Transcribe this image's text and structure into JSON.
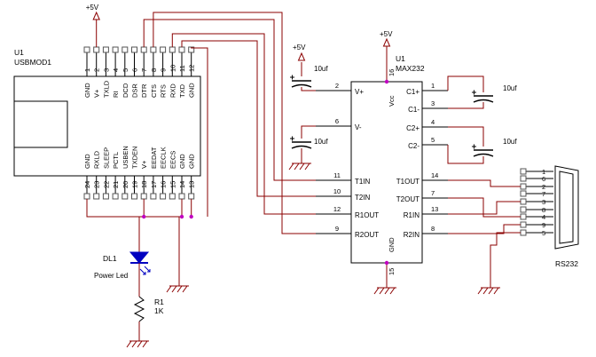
{
  "colors": {
    "wire": "#8b0000",
    "part": "#000000",
    "pin_box": "#555555",
    "junction": "#c000c0",
    "led_fill": "#0000c0",
    "background": "#ffffff"
  },
  "icons": [
    "ground-symbol",
    "power-arrow",
    "led-symbol",
    "resistor-zigzag",
    "polarized-capacitor",
    "db9-connector"
  ],
  "power": {
    "label": "+5V"
  },
  "usbmod": {
    "ref": "U1",
    "part": "USBMOD1",
    "top_pins": [
      {
        "num": "1",
        "name": "GND"
      },
      {
        "num": "2",
        "name": "V+"
      },
      {
        "num": "3",
        "name": "TXLD"
      },
      {
        "num": "4",
        "name": "RI"
      },
      {
        "num": "5",
        "name": "DCD"
      },
      {
        "num": "6",
        "name": "DSR"
      },
      {
        "num": "7",
        "name": "DTR"
      },
      {
        "num": "8",
        "name": "CTS"
      },
      {
        "num": "9",
        "name": "RTS"
      },
      {
        "num": "10",
        "name": "RXD"
      },
      {
        "num": "11",
        "name": "TXD"
      },
      {
        "num": "12",
        "name": "GND"
      }
    ],
    "bottom_pins": [
      {
        "num": "24",
        "name": "GND"
      },
      {
        "num": "23",
        "name": "RXLD"
      },
      {
        "num": "22",
        "name": "SLEEP"
      },
      {
        "num": "21",
        "name": "PCTL"
      },
      {
        "num": "20",
        "name": "USBEN"
      },
      {
        "num": "19",
        "name": "TXDEN"
      },
      {
        "num": "18",
        "name": "V+"
      },
      {
        "num": "17",
        "name": "EEDAT"
      },
      {
        "num": "16",
        "name": "EECLK"
      },
      {
        "num": "15",
        "name": "EECS"
      },
      {
        "num": "14",
        "name": "GND"
      },
      {
        "num": "13",
        "name": "GND"
      }
    ]
  },
  "max232": {
    "ref": "U1",
    "part": "MAX232",
    "vcc_label": "Vcc",
    "vcc_pin": "16",
    "gnd_label": "GND",
    "gnd_pin": "15",
    "left_pins": [
      {
        "num": "2",
        "name": "V+"
      },
      {
        "num": "6",
        "name": "V-"
      },
      {
        "num": "11",
        "name": "T1IN"
      },
      {
        "num": "10",
        "name": "T2IN"
      },
      {
        "num": "12",
        "name": "R1OUT"
      },
      {
        "num": "9",
        "name": "R2OUT"
      }
    ],
    "right_pins": [
      {
        "num": "1",
        "name": "C1+"
      },
      {
        "num": "3",
        "name": "C1-"
      },
      {
        "num": "4",
        "name": "C2+"
      },
      {
        "num": "5",
        "name": "C2-"
      },
      {
        "num": "14",
        "name": "T1OUT"
      },
      {
        "num": "7",
        "name": "T2OUT"
      },
      {
        "num": "13",
        "name": "R1IN"
      },
      {
        "num": "8",
        "name": "R2IN"
      }
    ]
  },
  "capacitors": {
    "value": "10uf"
  },
  "led": {
    "ref": "DL1",
    "name": "Power Led"
  },
  "resistor": {
    "ref": "R1",
    "value": "1K"
  },
  "connector": {
    "name": "RS232",
    "pins": [
      "1",
      "6",
      "2",
      "7",
      "3",
      "8",
      "4",
      "9",
      "5"
    ]
  }
}
